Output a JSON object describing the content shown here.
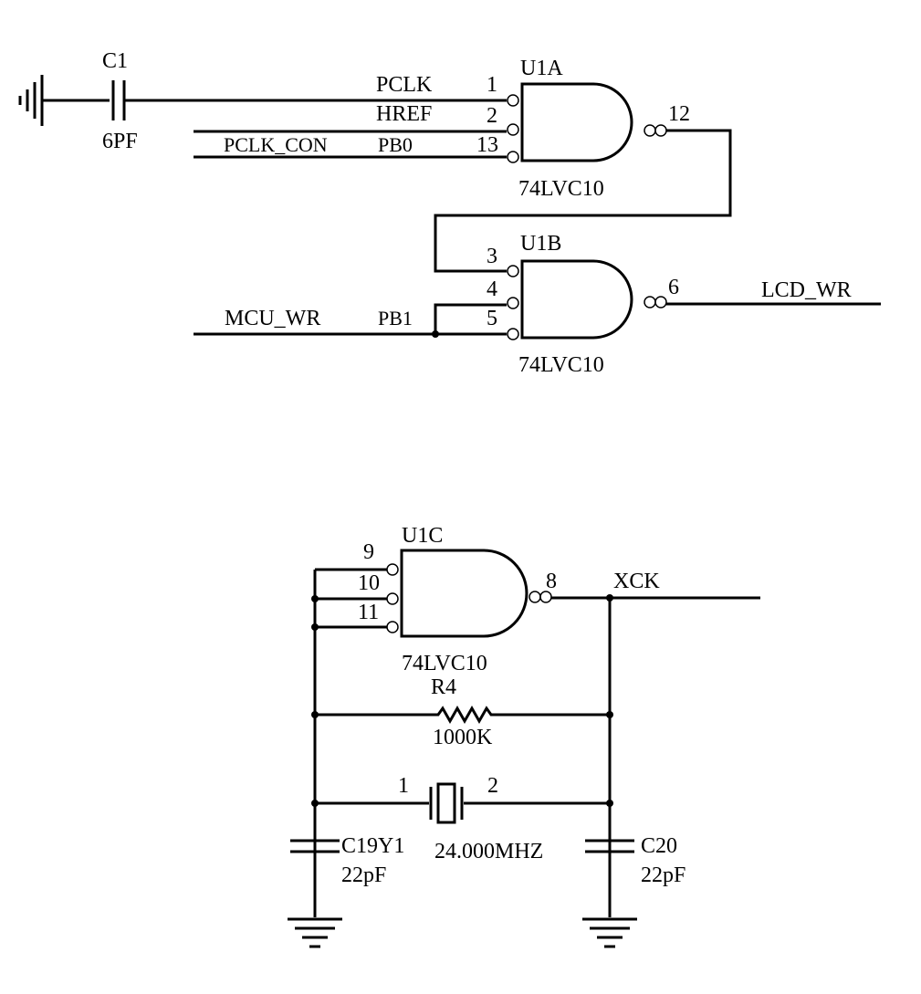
{
  "capacitor_c1": {
    "ref": "C1",
    "value": "6PF"
  },
  "nets": {
    "pclk": "PCLK",
    "href": "HREF",
    "pclk_con": "PCLK_CON",
    "pb0": "PB0",
    "mcu_wr": "MCU_WR",
    "pb1": "PB1",
    "lcd_wr": "LCD_WR",
    "xck": "XCK"
  },
  "gate_u1a": {
    "ref": "U1A",
    "part": "74LVC10",
    "pins": [
      "1",
      "2",
      "13"
    ],
    "out_pin": "12"
  },
  "gate_u1b": {
    "ref": "U1B",
    "part": "74LVC10",
    "pins": [
      "3",
      "4",
      "5"
    ],
    "out_pin": "6"
  },
  "gate_u1c": {
    "ref": "U1C",
    "part": "74LVC10",
    "pins": [
      "9",
      "10",
      "11"
    ],
    "out_pin": "8"
  },
  "resistor_r4": {
    "ref": "R4",
    "value": "1000K"
  },
  "crystal_y1": {
    "ref": "Y1",
    "value": "24.000MHZ",
    "pin1": "1",
    "pin2": "2"
  },
  "capacitor_c19": {
    "ref": "C19",
    "value": "22pF"
  },
  "capacitor_c20": {
    "ref": "C20",
    "value": "22pF"
  }
}
